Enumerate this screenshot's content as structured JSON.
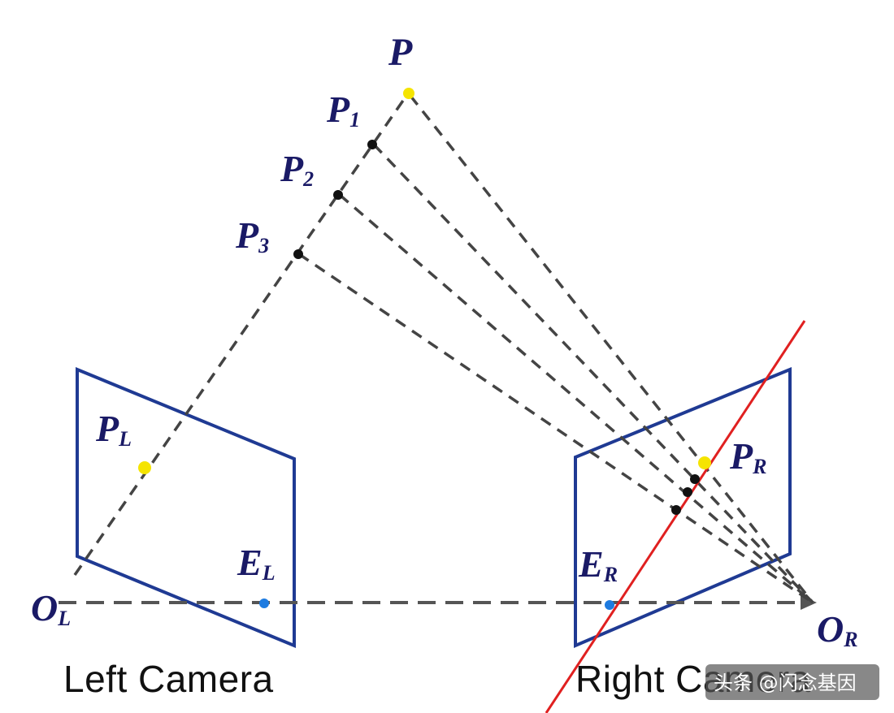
{
  "labels": {
    "P": "P",
    "P1": {
      "main": "P",
      "sub": "1"
    },
    "P2": {
      "main": "P",
      "sub": "2"
    },
    "P3": {
      "main": "P",
      "sub": "3"
    },
    "PL": {
      "main": "P",
      "sub": "L"
    },
    "PR": {
      "main": "P",
      "sub": "R"
    },
    "EL": {
      "main": "E",
      "sub": "L"
    },
    "ER": {
      "main": "E",
      "sub": "R"
    },
    "OL": {
      "main": "O",
      "sub": "L"
    },
    "OR": {
      "main": "O",
      "sub": "R"
    }
  },
  "captions": {
    "left": "Left Camera",
    "right": "Right Camera"
  },
  "watermark": "头条 @闪念基因",
  "colors": {
    "plane": "#1f3a93",
    "ray": "#444444",
    "baseline": "#555555",
    "epipolar_line": "#e02020",
    "highlight_point": "#f5e400",
    "epipole_point": "#1e7be0",
    "point": "#111111",
    "label": "#1a1a66",
    "watermark_bg": "#555555"
  }
}
